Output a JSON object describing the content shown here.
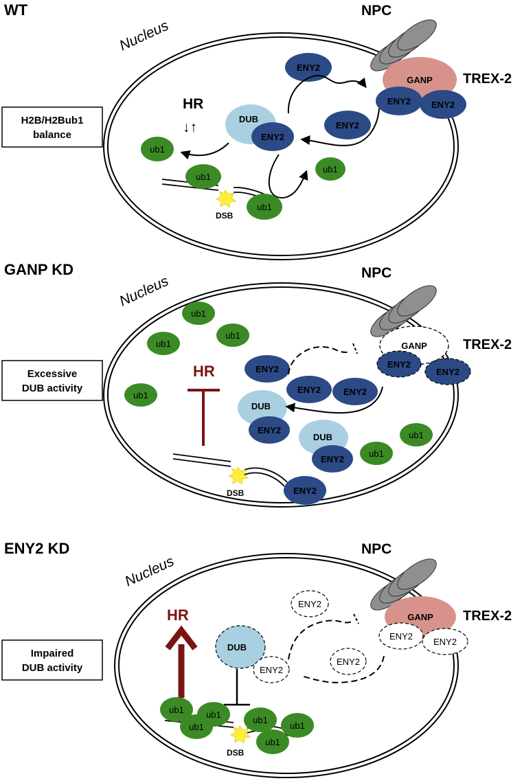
{
  "labels": {
    "nucleus": "Nucleus",
    "npc": "NPC",
    "trex2": "TREX-2",
    "ganp": "GANP",
    "eny2": "ENY2",
    "dub": "DUB",
    "ub1": "ub1",
    "dsb": "DSB",
    "hr": "HR"
  },
  "panels": [
    {
      "title": "WT",
      "box_line1": "H2B/H2Bub1",
      "box_line2": "balance"
    },
    {
      "title": "GANP KD",
      "box_line1": "Excessive",
      "box_line2": "DUB activity"
    },
    {
      "title": "ENY2 KD",
      "box_line1": "Impaired",
      "box_line2": "DUB activity"
    }
  ],
  "symbols": {
    "hr_arrows": "↓↑"
  },
  "colors": {
    "ub1_green": "#3b8a25",
    "eny2_navy": "#2b4a86",
    "dub_lightblue": "#a9d0e1",
    "ganp_pink": "#d7938b",
    "npc_gray": "#8f8f8f",
    "hr_darkred": "#7a1414",
    "dsb_yellow": "#ffef3b"
  }
}
